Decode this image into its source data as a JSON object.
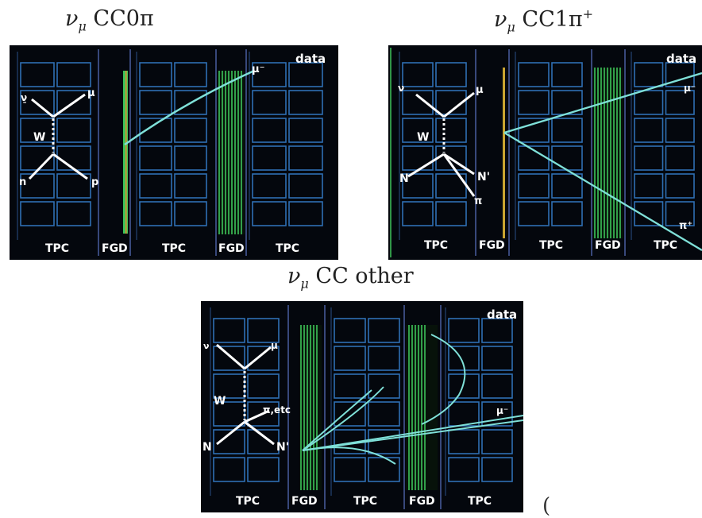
{
  "panels": [
    {
      "id": "cc0pi",
      "title_prefix": "ν",
      "title_sub": "μ",
      "title_main": " CC0π",
      "title_sup": "",
      "data_label": "data",
      "detector_labels": [
        "TPC",
        "FGD",
        "TPC",
        "FGD",
        "TPC"
      ],
      "feynman_labels": [
        "ν̱",
        "μ",
        "W",
        "n",
        "p"
      ],
      "track_labels": [
        "μ⁻"
      ]
    },
    {
      "id": "cc1pi",
      "title_prefix": "ν",
      "title_sub": "μ",
      "title_main": " CC1π",
      "title_sup": "+",
      "data_label": "data",
      "detector_labels": [
        "TPC",
        "FGD",
        "TPC",
        "FGD",
        "TPC"
      ],
      "feynman_labels": [
        "ν",
        "μ",
        "W",
        "N",
        "N'",
        "π"
      ],
      "track_labels": [
        "μ⁻",
        "π⁺"
      ]
    },
    {
      "id": "ccother",
      "title_prefix": "ν",
      "title_sub": "μ",
      "title_main": " CC other",
      "title_sup": "",
      "data_label": "data",
      "detector_labels": [
        "TPC",
        "FGD",
        "TPC",
        "FGD",
        "TPC"
      ],
      "feynman_labels": [
        "ν",
        "μ",
        "W",
        "π,etc",
        "N",
        "N'"
      ],
      "track_labels": [
        "μ⁻"
      ]
    }
  ],
  "colors": {
    "background": "#04070d",
    "tpc_grid": "#2f6fb3",
    "fgd_bar": "#3ec35a",
    "track": "#7fe0d8",
    "text": "#ffffff"
  },
  "trailing_glyph": "("
}
